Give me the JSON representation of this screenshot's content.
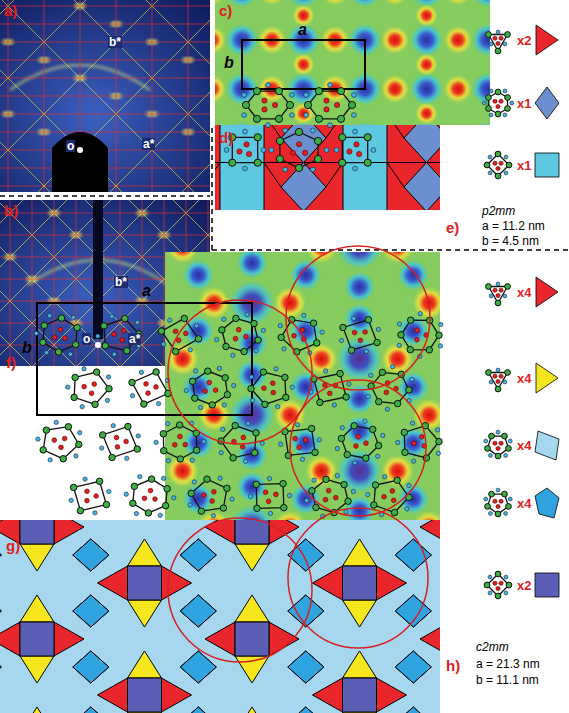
{
  "diagram": {
    "labels": [
      "a)",
      "b*",
      "o",
      "a*",
      "b)",
      "b*",
      "o",
      "a*",
      "c)",
      "a",
      "b",
      "d)",
      "p2mm",
      "e)",
      "a = 11.2 nm",
      "b = 4.5 nm",
      "f)",
      "a",
      "b",
      "g)",
      "c2mm",
      "h)",
      "a = 21.3 nm",
      "b = 11.1 nm"
    ],
    "legend": [
      {
        "text": "x2",
        "color": "#e8262b"
      },
      {
        "text": "x1",
        "color": "#6b8fcf"
      },
      {
        "text": "x1",
        "color": "#5ec8e0"
      },
      {
        "text": "x4",
        "color": "#e8262b"
      },
      {
        "text": "x4",
        "color": "#f5e61e"
      },
      {
        "text": "x4",
        "color": "#a6d7ee"
      },
      {
        "text": "x4",
        "color": "#2fa4e0"
      },
      {
        "text": "x2",
        "color": "#5a5fb5"
      }
    ]
  }
}
